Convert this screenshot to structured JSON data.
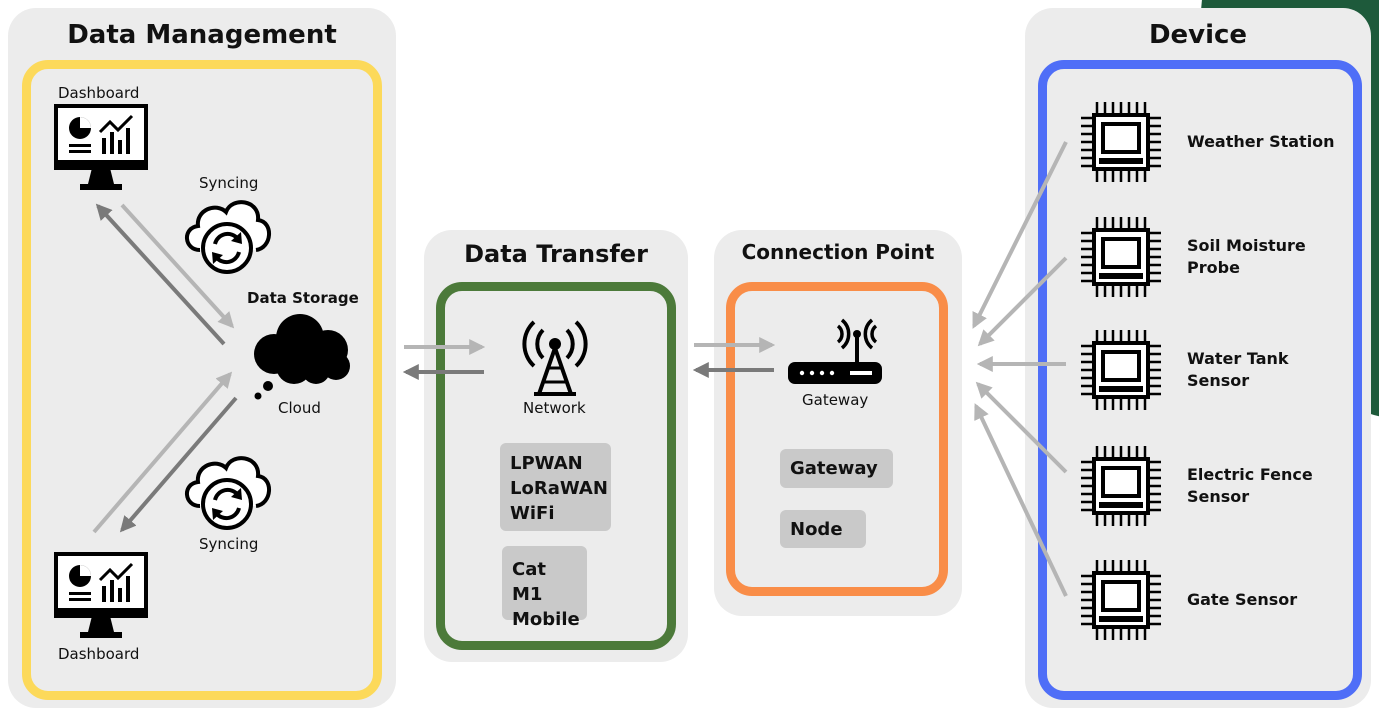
{
  "data_management": {
    "title": "Data Management",
    "dashboard_top": "Dashboard",
    "dashboard_bottom": "Dashboard",
    "syncing_top": "Syncing",
    "syncing_bottom": "Syncing",
    "storage_label": "Data Storage",
    "cloud_label": "Cloud"
  },
  "data_transfer": {
    "title": "Data Transfer",
    "network_label": "Network",
    "protocols": [
      "LPWAN",
      "LoRaWAN",
      "WiFi"
    ],
    "mobile": [
      "Cat M1",
      "Mobile"
    ]
  },
  "connection_point": {
    "title": "Connection Point",
    "gateway_icon_label": "Gateway",
    "tags": [
      "Gateway",
      "Node"
    ]
  },
  "device": {
    "title": "Device",
    "items": [
      {
        "lines": [
          "Weather Station"
        ]
      },
      {
        "lines": [
          "Soil Moisture",
          "Probe"
        ]
      },
      {
        "lines": [
          "Water Tank",
          "Sensor"
        ]
      },
      {
        "lines": [
          "Electric Fence",
          "Sensor"
        ]
      },
      {
        "lines": [
          "Gate Sensor"
        ]
      }
    ]
  },
  "colors": {
    "panel_bg": "#ececec",
    "data_management_border": "#fcd95a",
    "data_transfer_border": "#4c7a3a",
    "connection_point_border": "#f98d48",
    "device_border": "#4f6ef7",
    "arrow_light": "#b5b5b5",
    "arrow_dark": "#7a7a7a",
    "tag_bg": "#c9c9c9",
    "corner_accent": "#1e5a3b"
  }
}
